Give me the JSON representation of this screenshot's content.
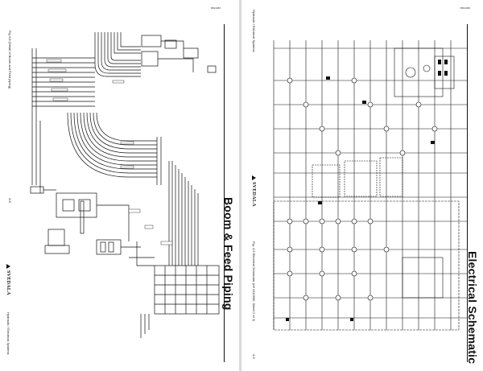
{
  "left_page": {
    "title": "Boom & Feed Piping",
    "figure_caption": "Fig 4-8 (Detail of Boom and Feed piping)",
    "page_number": "4-8",
    "brand": "SVEDALA",
    "footer_section": "Hydraulic / Electrical Systems",
    "doc_code": "B691086"
  },
  "right_page": {
    "title": "Electrical Schematic",
    "figure_caption": "Fig. 4-9 Electrical Schematic (ref 4110660, Sheet 2 of 3)",
    "page_number": "4-9",
    "brand": "SVEDALA",
    "header_section": "Hydraulic / Electrical Systems",
    "doc_code": "B691086"
  },
  "colors": {
    "ink": "#111111",
    "paper": "#ffffff",
    "gutter": "#d9d9d9"
  }
}
